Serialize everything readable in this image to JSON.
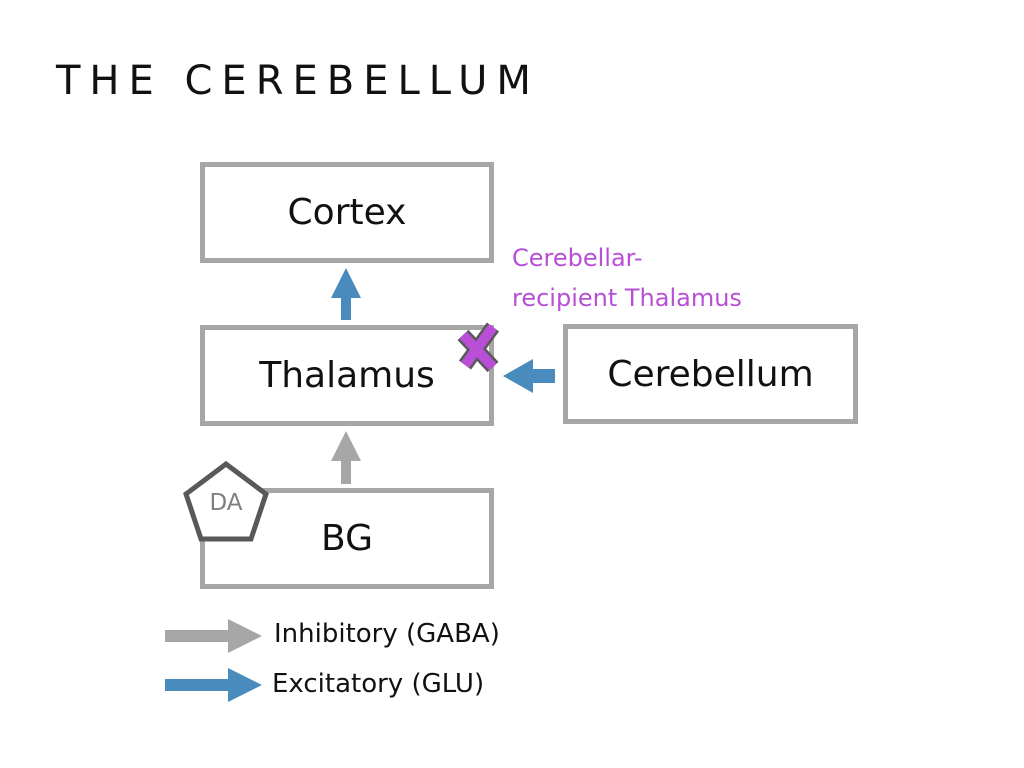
{
  "title": "THE CEREBELLUM",
  "nodes": {
    "cortex": "Cortex",
    "thalamus": "Thalamus",
    "bg": "BG",
    "cerebellum": "Cerebellum"
  },
  "annotation": {
    "line1": "Cerebellar-",
    "line2": "recipient Thalamus"
  },
  "dopamine_marker": "DA",
  "legend": {
    "inhibitory": "Inhibitory (GABA)",
    "excitatory": "Excitatory (GLU)"
  },
  "colors": {
    "inhibitory": "#a6a6a6",
    "excitatory": "#4a8bbd",
    "annotation": "#b84fd6",
    "box_border": "#a6a6a6",
    "marker_border": "#595959"
  },
  "icons": {
    "blocked_marker": "x-cross-icon",
    "dopamine_marker": "pentagon-icon"
  }
}
